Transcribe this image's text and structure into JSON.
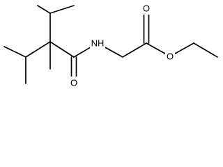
{
  "molecule": {
    "atoms": {
      "amide_n": "NH",
      "amide_o": "O",
      "ester_carbonyl_o": "O",
      "ester_ether_o": "O"
    }
  }
}
